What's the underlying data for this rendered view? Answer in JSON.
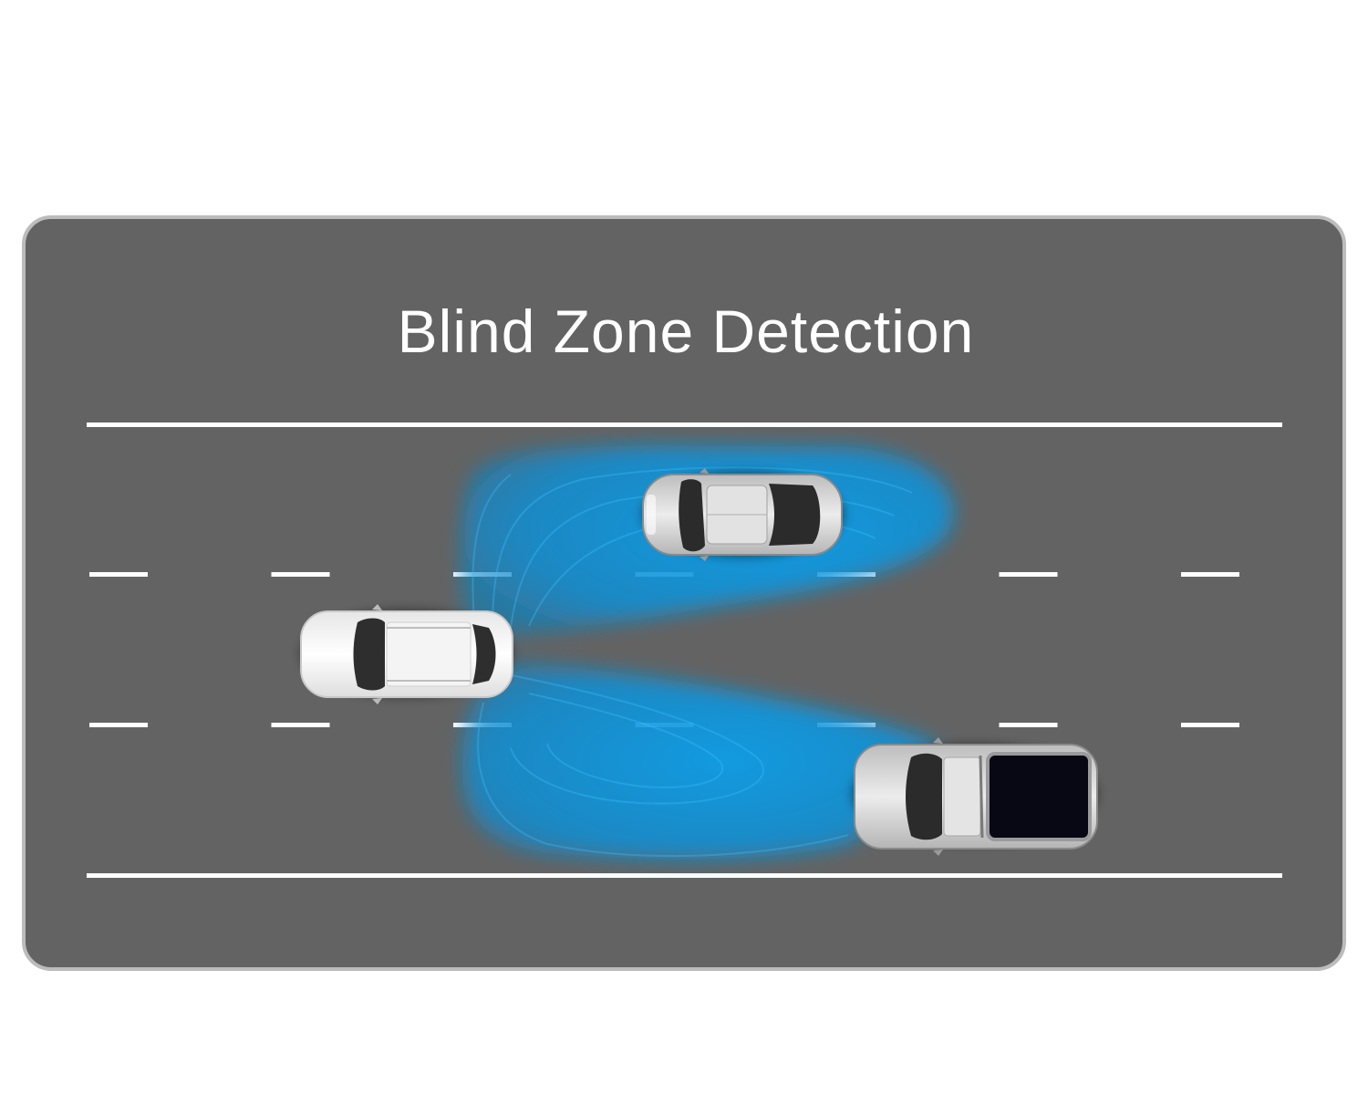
{
  "title": "Blind Zone Detection",
  "colors": {
    "background": "#ffffff",
    "road": "#636363",
    "road_border": "#bcbcbc",
    "lane_marking": "#ffffff",
    "detection_zone": "#0a90d6",
    "title_text": "#ffffff",
    "ego_car": "#ffffff",
    "silver_car": "#d9d9d9",
    "truck_bed": "#080814"
  },
  "road": {
    "lanes": 3
  },
  "vehicles": [
    {
      "id": "ego-car",
      "role": "host vehicle",
      "lane": 2,
      "icon": "suv-top-view"
    },
    {
      "id": "sedan",
      "role": "vehicle in left blind zone",
      "lane": 1,
      "icon": "sedan-top-view"
    },
    {
      "id": "pickup",
      "role": "vehicle in right blind zone",
      "lane": 3,
      "icon": "pickup-top-view"
    }
  ],
  "detection_zones": [
    {
      "id": "left-zone",
      "side": "left"
    },
    {
      "id": "right-zone",
      "side": "right"
    }
  ]
}
